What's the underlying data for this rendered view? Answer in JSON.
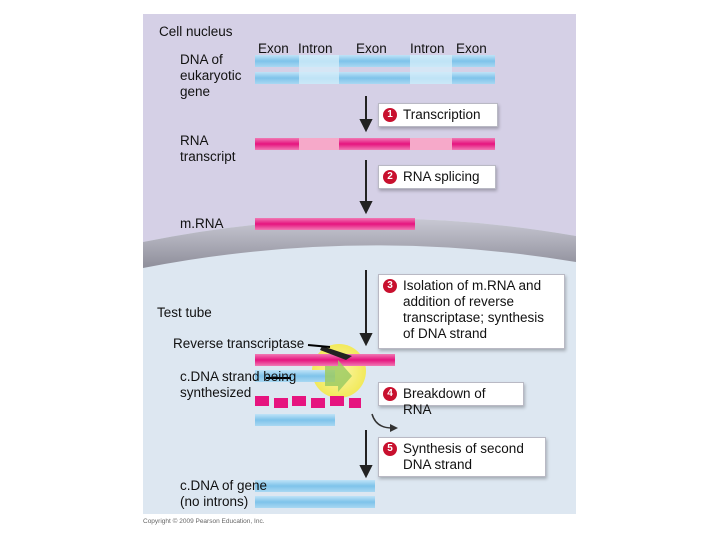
{
  "labels": {
    "cell_nucleus": "Cell nucleus",
    "dna_gene": "DNA of eukaryotic gene",
    "exon_1": "Exon",
    "intron_1": "Intron",
    "exon_2": "Exon",
    "intron_2": "Intron",
    "exon_3": "Exon",
    "rna_transcript": "RNA transcript",
    "mrna": "m.RNA",
    "test_tube": "Test tube",
    "reverse_transcriptase": "Reverse transcriptase",
    "cdna_strand": "c.DNA strand being synthesized",
    "cdna_gene": "c.DNA of gene (no introns)",
    "copyright": "Copyright © 2009 Pearson Education, Inc."
  },
  "steps": [
    {
      "num": "1",
      "text": "Transcription"
    },
    {
      "num": "2",
      "text": "RNA splicing"
    },
    {
      "num": "3",
      "text": "Isolation of m.RNA and addition of reverse transcriptase; synthesis of DNA strand"
    },
    {
      "num": "4",
      "text": "Breakdown of RNA"
    },
    {
      "num": "5",
      "text": "Synthesis of second DNA strand"
    }
  ],
  "colors": {
    "nucleus": "#d5d0e6",
    "cytoplasm": "#dde7f1",
    "dna_exon": "#7ec3ea",
    "dna_intron": "#c4e3f6",
    "rna_exon": "#e6147f",
    "rna_intron": "#f6a9c9",
    "step_number": "#c8102e",
    "highlight": "#f4ee6a"
  }
}
